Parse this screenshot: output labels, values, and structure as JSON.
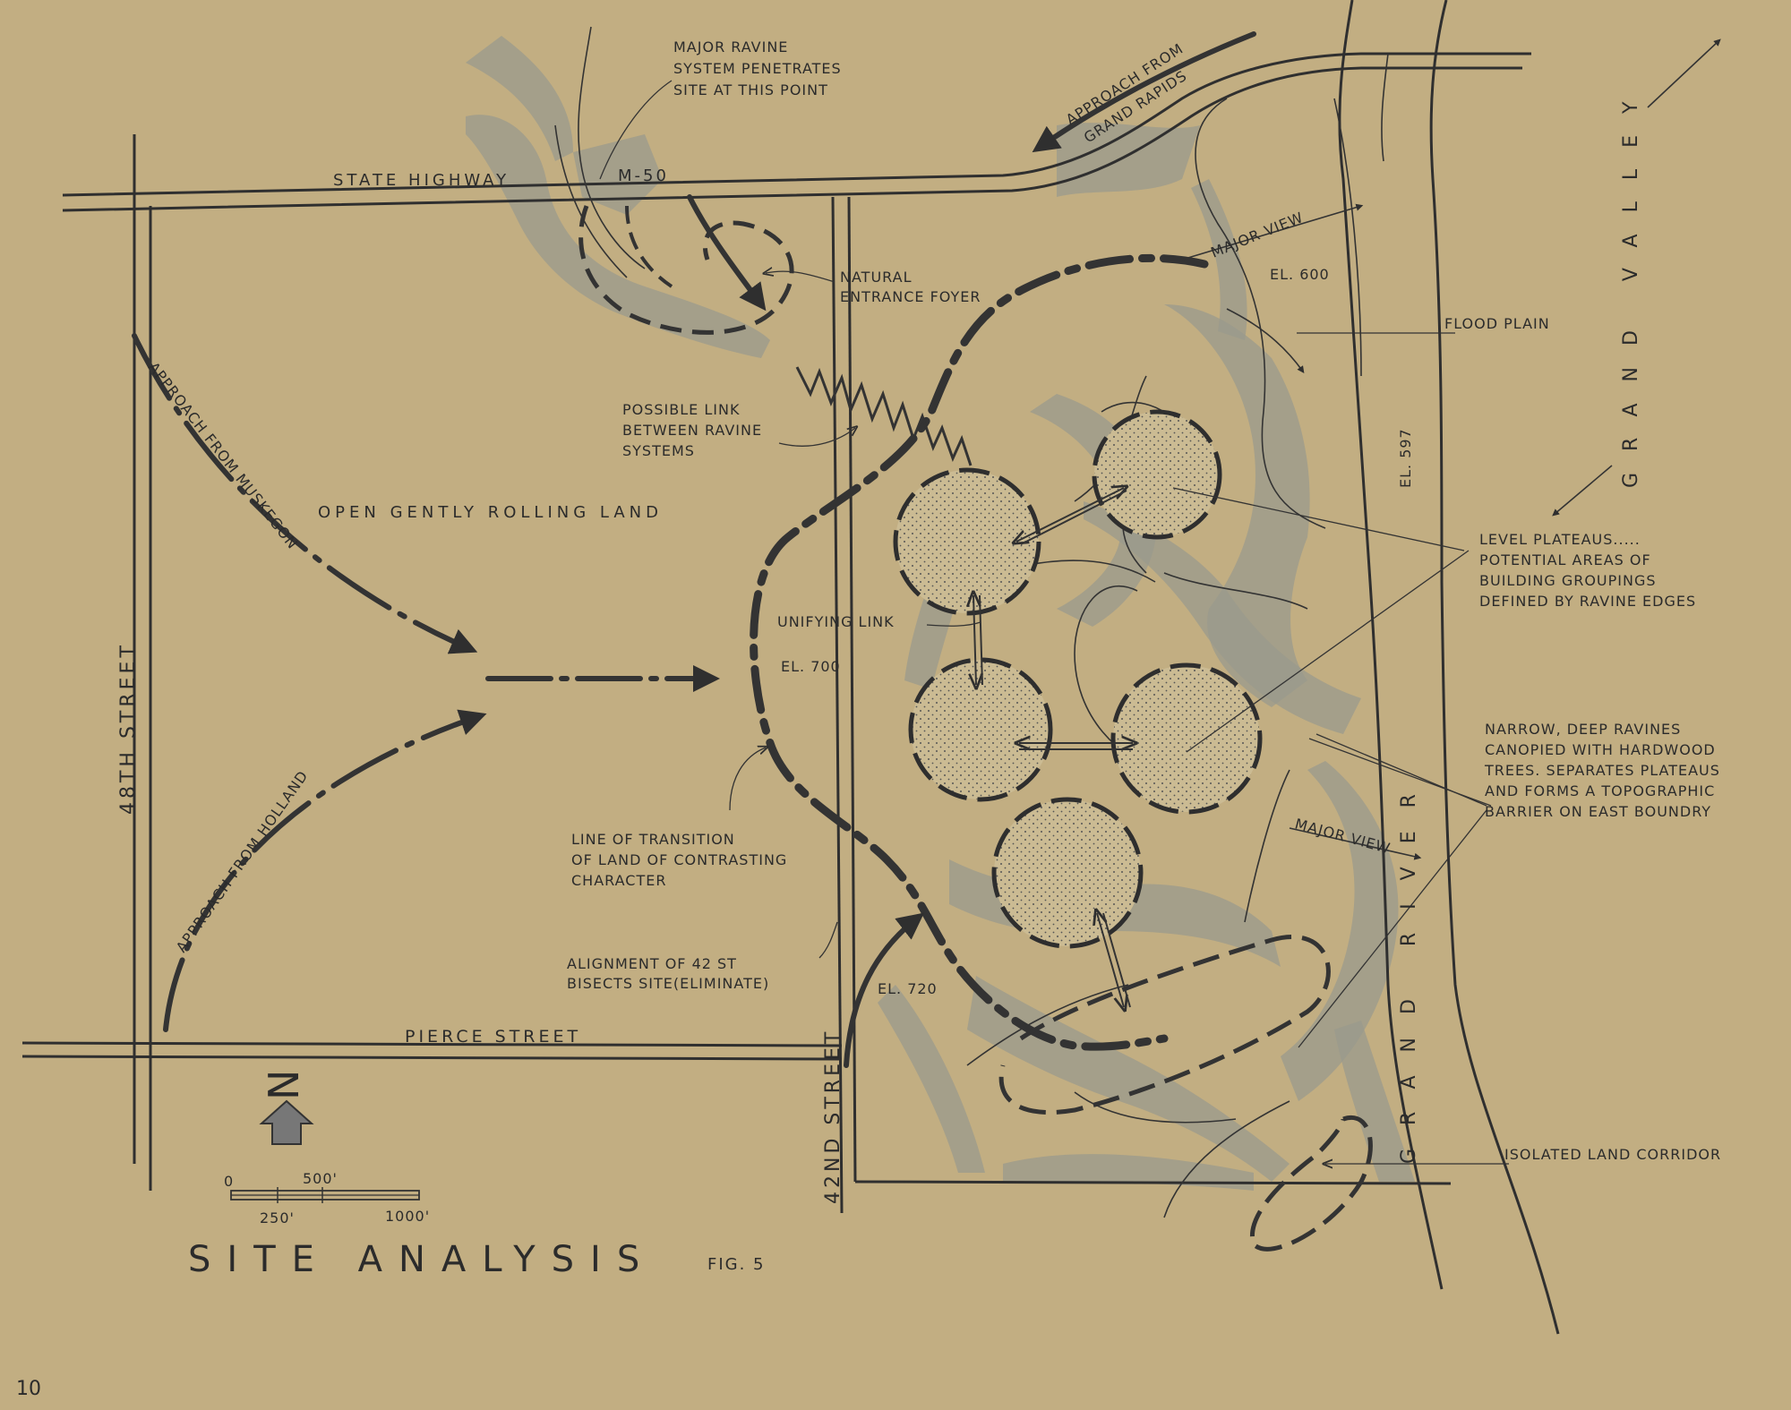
{
  "figure": {
    "title": "SITE ANALYSIS",
    "fig_label": "FIG. 5",
    "page_number": "10"
  },
  "roads": {
    "state_highway": "STATE HIGHWAY",
    "m50": "M-50",
    "street_48th": "48TH STREET",
    "street_42nd": "42ND STREET",
    "pierce_street": "PIERCE STREET"
  },
  "approaches": {
    "grand_rapids": [
      "APPROACH FROM",
      "GRAND RAPIDS"
    ],
    "muskegon": "APPROACH FROM MUSKEGON",
    "holland": "APPROACH FROM HOLLAND"
  },
  "annotations": {
    "major_ravine": [
      "MAJOR RAVINE",
      "SYSTEM PENETRATES",
      "SITE AT THIS POINT"
    ],
    "natural_entrance": [
      "NATURAL",
      "ENTRANCE FOYER"
    ],
    "possible_link": [
      "POSSIBLE LINK",
      "BETWEEN RAVINE",
      "SYSTEMS"
    ],
    "open_land": "OPEN  GENTLY  ROLLING  LAND",
    "unifying_link": "UNIFYING LINK",
    "line_of_transition": [
      "LINE OF TRANSITION",
      "OF LAND OF CONTRASTING",
      "CHARACTER"
    ],
    "alignment_42": [
      "ALIGNMENT OF 42 ST",
      "BISECTS SITE(ELIMINATE)"
    ],
    "major_view_1": "MAJOR VIEW",
    "major_view_2": "MAJOR VIEW",
    "flood_plain": "FLOOD PLAIN",
    "level_plateaus": [
      "LEVEL PLATEAUS.....",
      "POTENTIAL AREAS OF",
      "BUILDING GROUPINGS",
      "DEFINED BY RAVINE EDGES"
    ],
    "narrow_ravines": [
      "NARROW, DEEP RAVINES",
      "CANOPIED WITH HARDWOOD",
      "TREES. SEPARATES PLATEAUS",
      "AND FORMS A TOPOGRAPHIC",
      "BARRIER ON EAST BOUNDRY"
    ],
    "isolated_corridor": "ISOLATED LAND CORRIDOR",
    "grand_river": "GRAND RIVER",
    "grand_valley": "GRAND VALLEY"
  },
  "elevations": {
    "el600": "EL. 600",
    "el597": "EL. 597",
    "el700": "EL. 700",
    "el720": "EL. 720"
  },
  "scale": {
    "zero": "0",
    "s250": "250'",
    "s500": "500'",
    "s1000": "1000'"
  },
  "north_label": "N",
  "colors": {
    "paper": "#c2ae82",
    "ink": "#2f2f2f",
    "shading": "#9a9a8c"
  }
}
